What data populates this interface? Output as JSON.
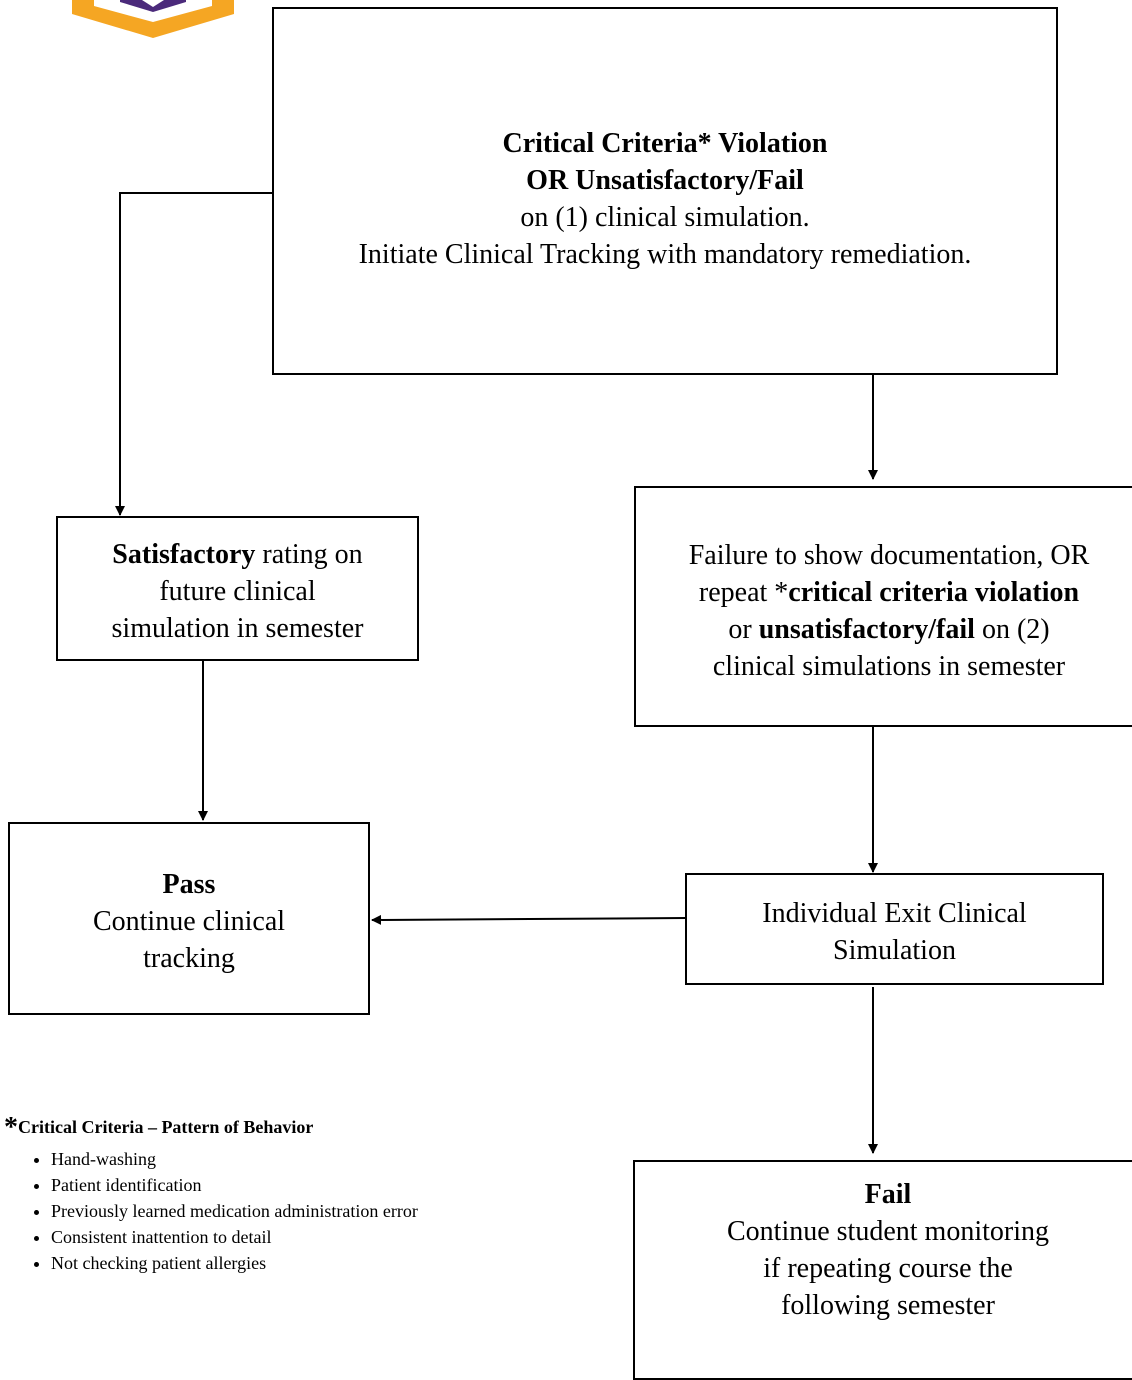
{
  "colors": {
    "logo_orange": "#F5A623",
    "logo_purple": "#4B2A7B",
    "line": "#000000"
  },
  "logo_icon": "university-shield-logo",
  "boxes": {
    "start": {
      "l1": "Critical Criteria* Violation",
      "l2": "OR Unsatisfactory/Fail",
      "l3": "on (1) clinical simulation.",
      "l4": "Initiate Clinical Tracking with mandatory remediation."
    },
    "satisfactory": {
      "l1_bold": "Satisfactory",
      "l1_rest": " rating on",
      "l2": "future clinical",
      "l3": "simulation in semester"
    },
    "failure": {
      "l1": "Failure to show documentation, OR",
      "l2_pre": "repeat *",
      "l2_bold": "critical criteria violation",
      "l3_pre": "or ",
      "l3_bold": "unsatisfactory/fail",
      "l3_post": " on (2)",
      "l4": "clinical simulations in semester"
    },
    "pass": {
      "title": "Pass",
      "l1": "Continue clinical",
      "l2": "tracking"
    },
    "exit": {
      "l1": "Individual Exit Clinical",
      "l2": "Simulation"
    },
    "fail": {
      "title": "Fail",
      "l1": "Continue student monitoring",
      "l2": "if repeating course the",
      "l3": "following semester"
    }
  },
  "criteria": {
    "star": "*",
    "title": "Critical Criteria – Pattern of Behavior",
    "items": [
      "Hand-washing",
      "Patient identification",
      "Previously learned medication administration error",
      "Consistent inattention to detail",
      "Not checking patient allergies"
    ]
  }
}
